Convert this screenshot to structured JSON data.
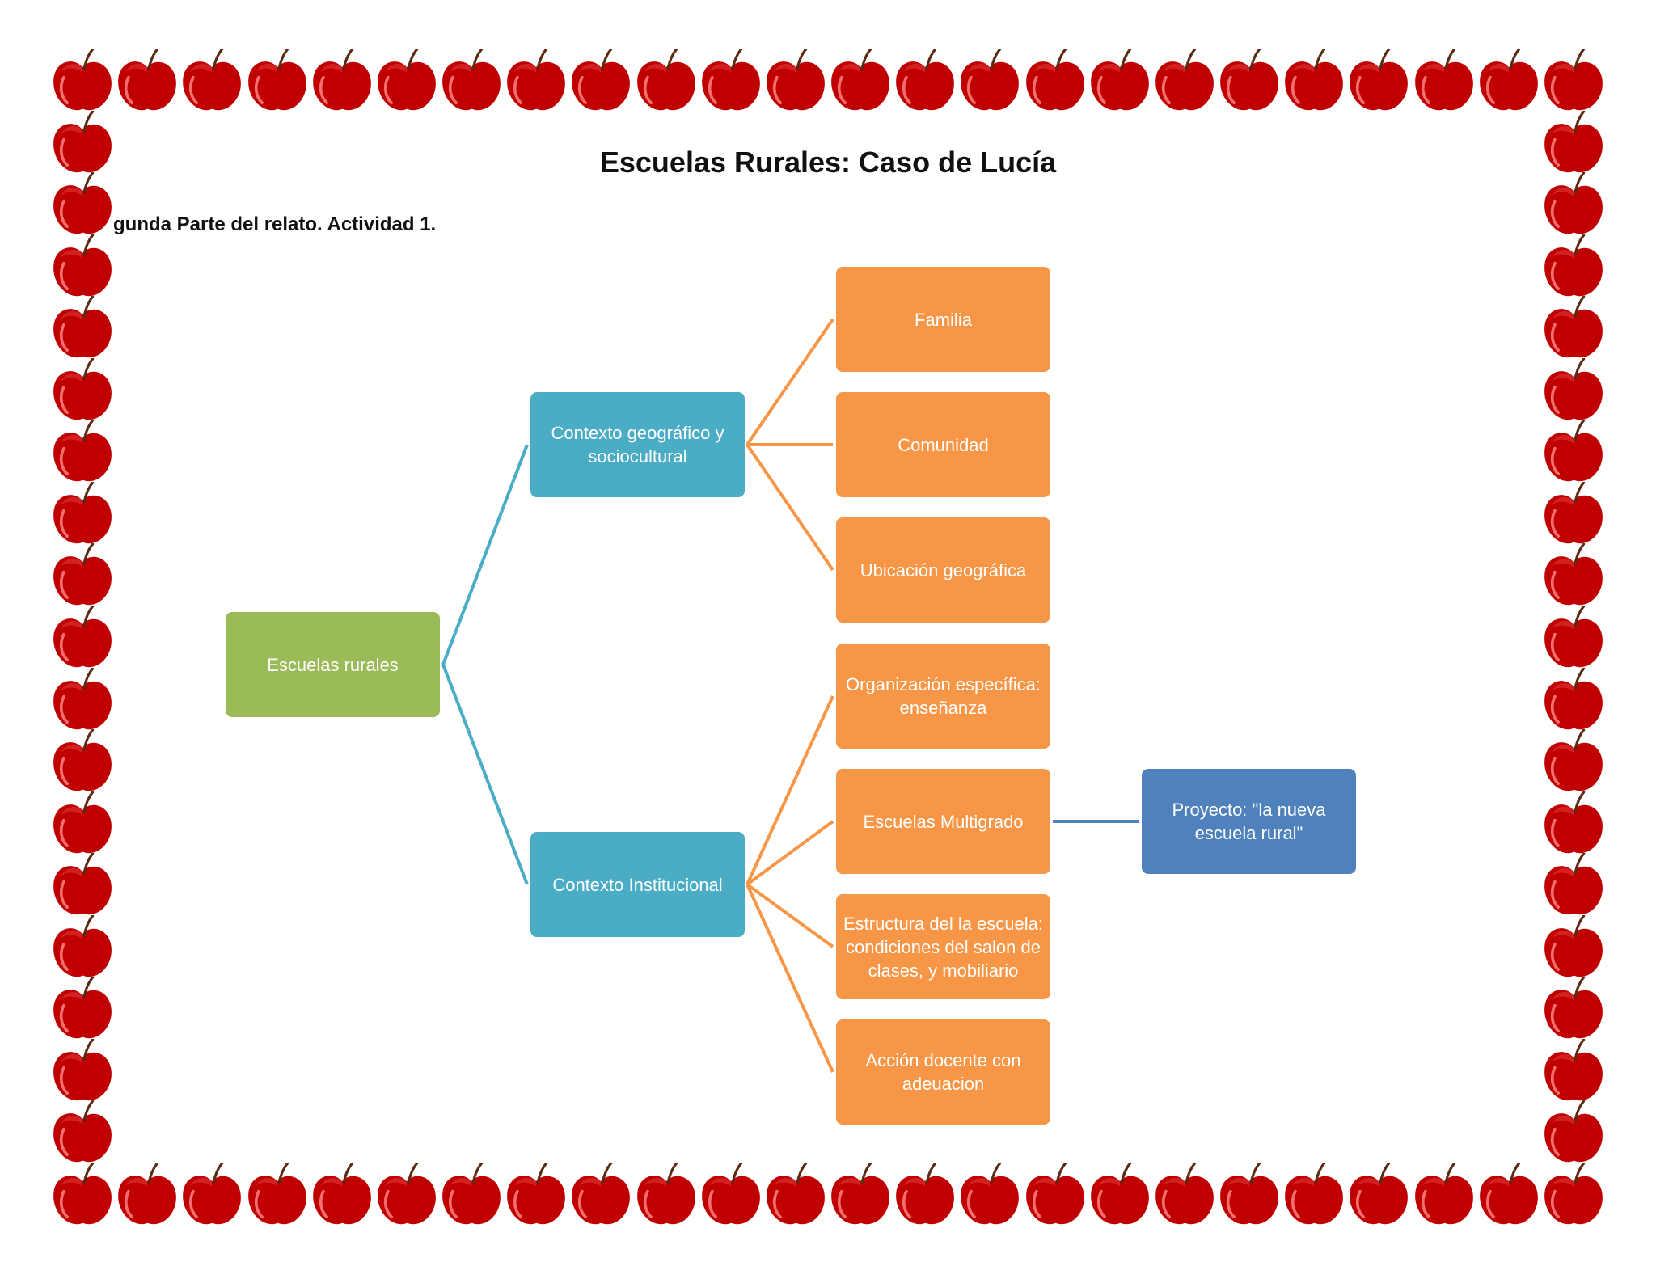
{
  "header": {
    "title": "Escuelas Rurales: Caso de Lucía",
    "subtitle": "gunda Parte del relato. Actividad 1."
  },
  "diagram": {
    "root": "Escuelas rurales",
    "branches": [
      {
        "label": "Contexto geográfico y sociocultural",
        "children": [
          "Familia",
          "Comunidad",
          "Ubicación geográfica"
        ]
      },
      {
        "label": "Contexto Institucional",
        "children": [
          "Organización específica: enseñanza",
          "Escuelas Multigrado",
          "Estructura del la escuela: condiciones del salon de clases, y mobiliario",
          "Acción docente con adeuacion"
        ]
      }
    ],
    "extra": "Proyecto: \"la nueva escuela rural\""
  },
  "colors": {
    "root": "#9bbb59",
    "branch": "#4bacc6",
    "leaf": "#f79646",
    "extra": "#4f81bd",
    "apple": "#c00000"
  },
  "decoration": {
    "border_icon": "apple-icon"
  }
}
